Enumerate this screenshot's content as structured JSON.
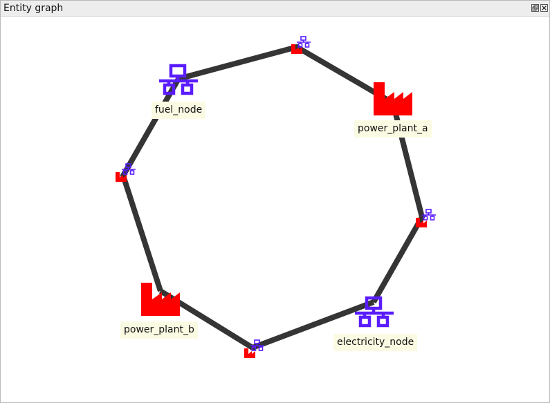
{
  "window": {
    "title": "Entity graph"
  },
  "colors": {
    "edge": "#353535",
    "plant": "#ff0000",
    "node": "#5a1cff",
    "label_bg": "#fbfbe3"
  },
  "nodes": [
    {
      "id": "fuel_node",
      "label": "fuel_node",
      "icon": "network-icon"
    },
    {
      "id": "power_plant_a",
      "label": "power_plant_a",
      "icon": "factory-icon"
    },
    {
      "id": "electricity_node",
      "label": "electricity_node",
      "icon": "network-icon"
    },
    {
      "id": "power_plant_b",
      "label": "power_plant_b",
      "icon": "factory-icon"
    }
  ],
  "connections": [
    {
      "from": "fuel_node",
      "to": "power_plant_a",
      "icons": [
        "factory-icon",
        "network-icon"
      ]
    },
    {
      "from": "power_plant_a",
      "to": "electricity_node",
      "icons": [
        "factory-icon",
        "network-icon"
      ]
    },
    {
      "from": "electricity_node",
      "to": "power_plant_b",
      "icons": [
        "factory-icon",
        "network-icon"
      ]
    },
    {
      "from": "power_plant_b",
      "to": "fuel_node",
      "icons": [
        "factory-icon",
        "network-icon"
      ]
    }
  ]
}
